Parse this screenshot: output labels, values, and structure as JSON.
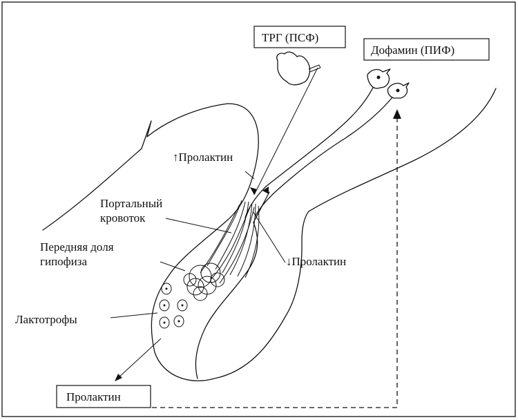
{
  "labels": {
    "trg": "ТРГ (ПСФ)",
    "dopamine": "Дофамин (ПИФ)",
    "prolactin_up": "↑Пролактин",
    "portal_line1": "Портальный",
    "portal_line2": "кровоток",
    "anterior_line1": "Передняя доля",
    "anterior_line2": "гипофиза",
    "prolactin_down": "↓Пролактин",
    "lactotrophs": "Лактотрофы",
    "prolactin_box": "Пролактин"
  }
}
